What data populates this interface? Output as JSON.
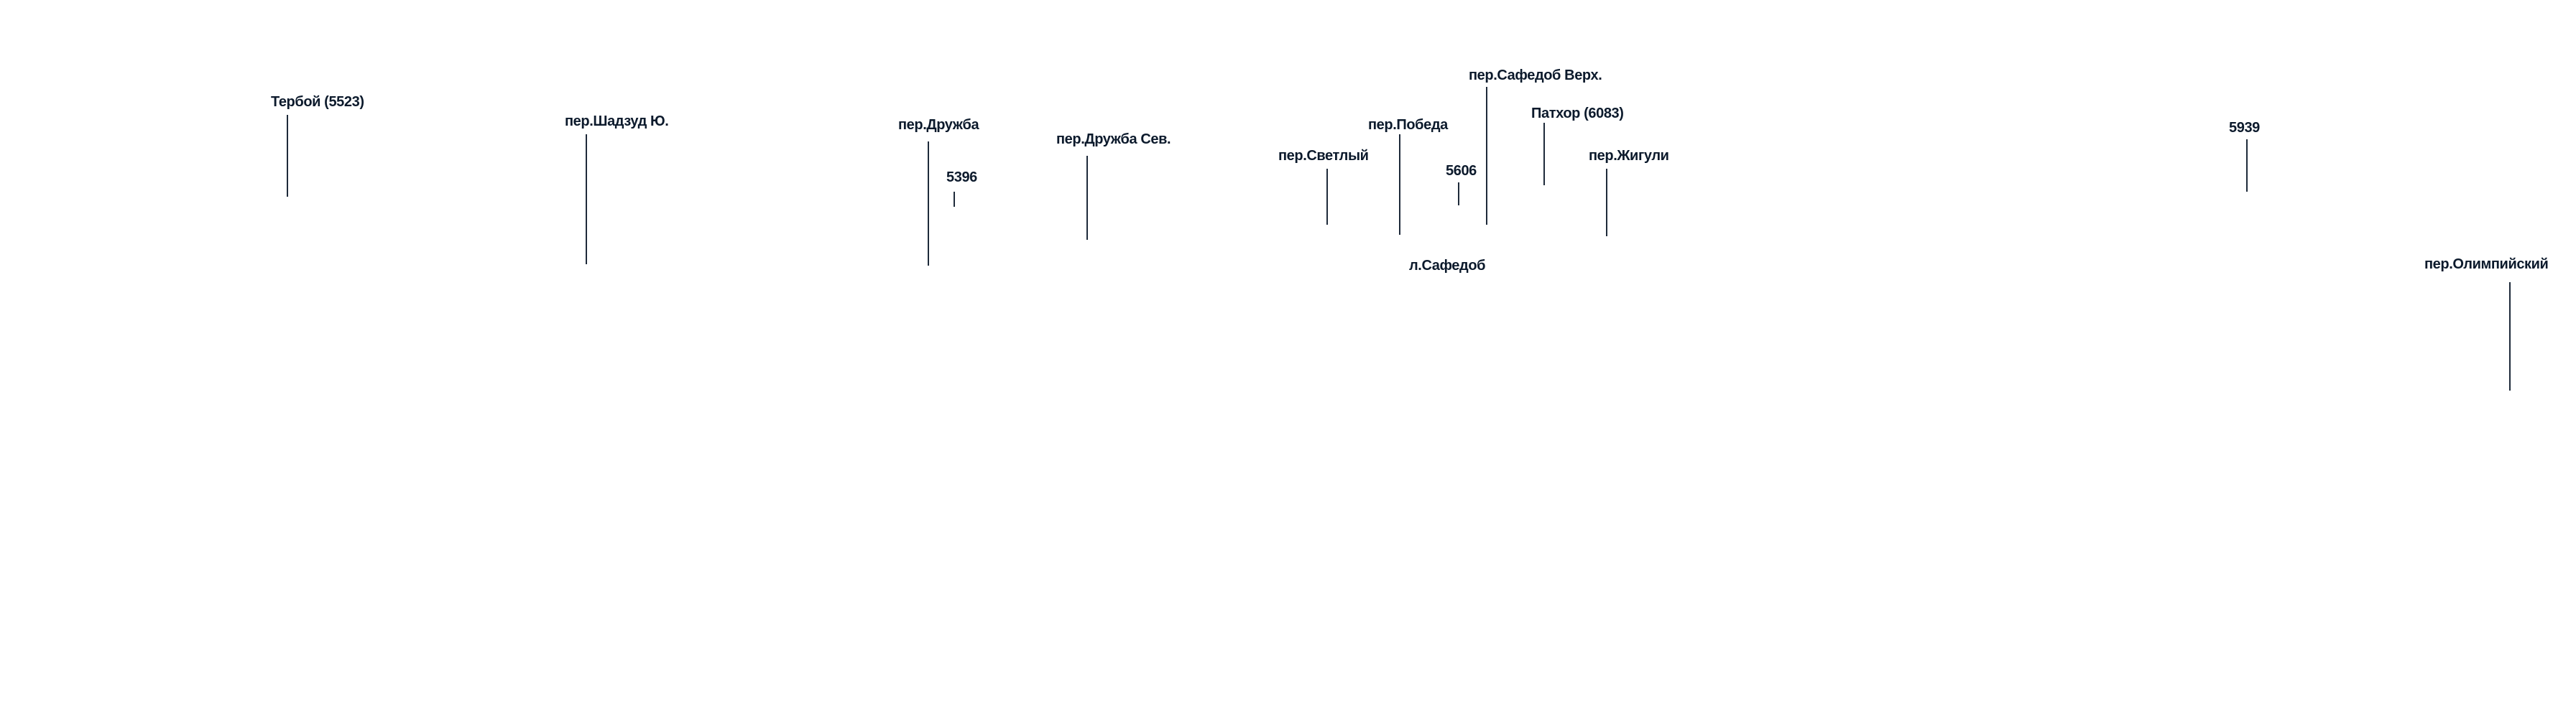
{
  "map_labels": [
    {
      "name": "Тербой (5523)"
    },
    {
      "name": "пер.Шадзуд Ю."
    },
    {
      "name": "пер.Дружба"
    },
    {
      "name": "5396"
    },
    {
      "name": "пер.Дружба Сев."
    },
    {
      "name": "пер.Светлый"
    },
    {
      "name": "пер.Победа"
    },
    {
      "name": "5606"
    },
    {
      "name": "пер.Сафедоб Верх."
    },
    {
      "name": "Патхор (6083)"
    },
    {
      "name": "пер.Жигули"
    },
    {
      "name": "л.Сафедоб"
    },
    {
      "name": "5939"
    },
    {
      "name": "пер.Олимпийский"
    }
  ],
  "colors": {
    "label": "#0c1a2c",
    "leader_line": "#1e2a3a",
    "background": "#ffffff"
  }
}
